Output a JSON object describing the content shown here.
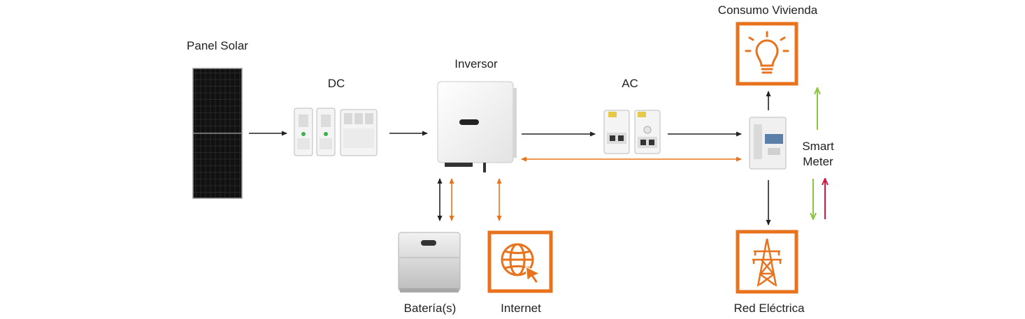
{
  "labels": {
    "panel_solar": "Panel Solar",
    "dc": "DC",
    "inversor": "Inversor",
    "ac": "AC",
    "consumo_vivienda": "Consumo Vivienda",
    "smart_meter_line1": "Smart",
    "smart_meter_line2": "Meter",
    "bateria": "Batería(s)",
    "internet": "Internet",
    "red_electrica": "Red Eléctrica"
  },
  "icons": {
    "consumo": "light-bulb-icon",
    "internet": "globe-cursor-icon",
    "red": "power-tower-icon"
  },
  "colors": {
    "accent_orange": "#e8731c",
    "arrow_dark": "#222222",
    "arrow_green": "#8cc63f",
    "arrow_red": "#d6173c"
  }
}
